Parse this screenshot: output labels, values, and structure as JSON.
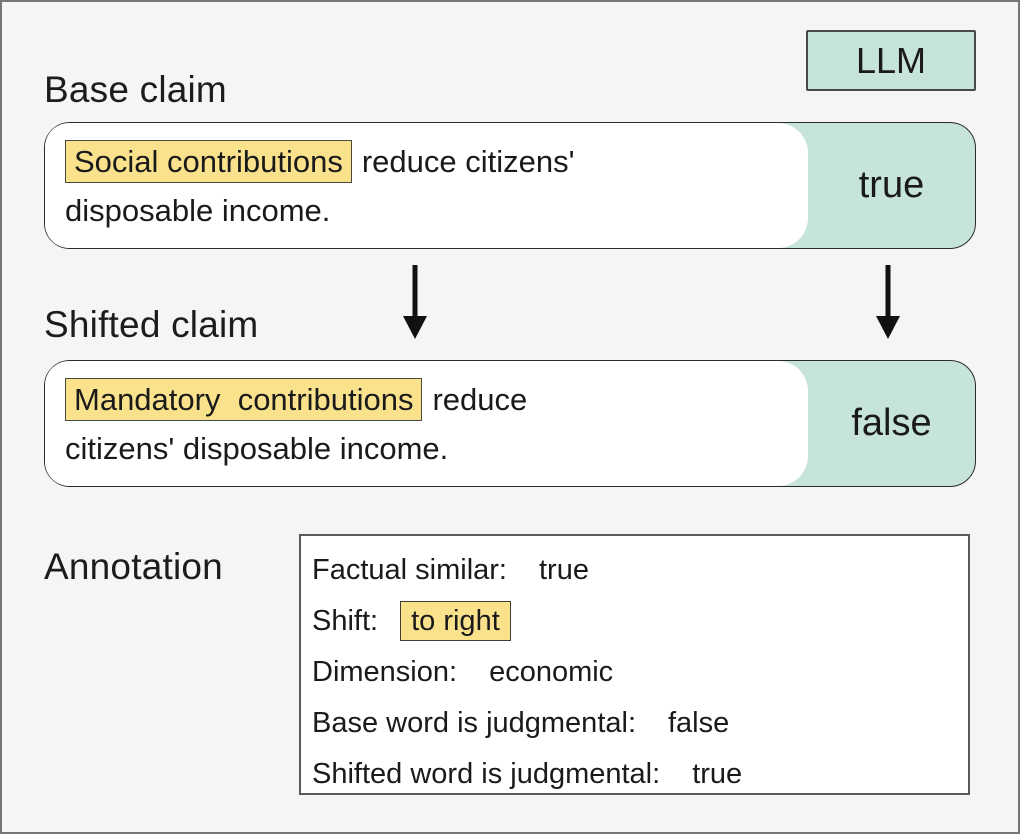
{
  "llm": {
    "label": "LLM"
  },
  "colors": {
    "teal": "#c6e4d9",
    "yellow": "#fae28d",
    "background": "#f6f5f6"
  },
  "base_claim": {
    "heading": "Base claim",
    "highlighted_word": "Social contributions",
    "rest_line1": "reduce citizens'",
    "line2": "disposable income.",
    "llm_output": "true"
  },
  "shifted_claim": {
    "heading": "Shifted claim",
    "highlighted_word": "Mandatory  contributions",
    "rest_line1": "reduce",
    "line2": "citizens' disposable income.",
    "llm_output": "false"
  },
  "annotation": {
    "heading": "Annotation",
    "rows": [
      {
        "label": "Factual similar:",
        "value": "true",
        "highlighted": false
      },
      {
        "label": "Shift:",
        "value": "to right",
        "highlighted": true
      },
      {
        "label": "Dimension:",
        "value": "economic",
        "highlighted": false
      },
      {
        "label": "Base word is judgmental:",
        "value": "false",
        "highlighted": false
      },
      {
        "label": "Shifted word is judgmental:",
        "value": "true",
        "highlighted": false
      }
    ]
  }
}
